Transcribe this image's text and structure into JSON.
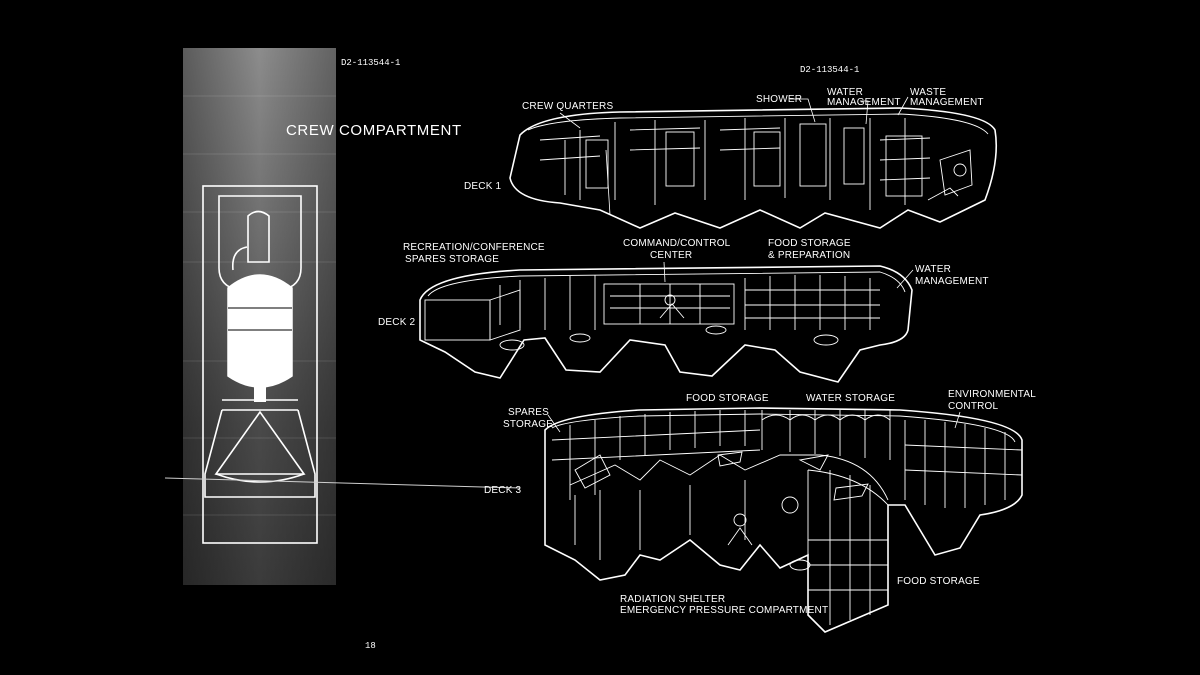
{
  "document": {
    "doc_id_left": "D2-113544-1",
    "doc_id_right": "D2-113544-1",
    "page_number": "18"
  },
  "left_panel": {
    "title": "CREW COMPARTMENT"
  },
  "decks": {
    "deck1": {
      "label": "DECK 1",
      "labels": {
        "crew_quarters": "CREW QUARTERS",
        "shower": "SHOWER",
        "water_management_1": "WATER",
        "water_management_2": "MANAGEMENT",
        "waste_management_1": "WASTE",
        "waste_management_2": "MANAGEMENT"
      }
    },
    "deck2": {
      "label": "DECK 2",
      "labels": {
        "recreation_1": "RECREATION/CONFERENCE",
        "recreation_2": "SPARES STORAGE",
        "command_1": "COMMAND/CONTROL",
        "command_2": "CENTER",
        "food_prep_1": "FOOD STORAGE",
        "food_prep_2": "& PREPARATION",
        "water_1": "WATER",
        "water_2": "MANAGEMENT"
      }
    },
    "deck3": {
      "label": "DECK 3",
      "labels": {
        "spares_1": "SPARES",
        "spares_2": "STORAGE",
        "food_storage_top": "FOOD STORAGE",
        "water_storage": "WATER STORAGE",
        "environmental_1": "ENVIRONMENTAL",
        "environmental_2": "CONTROL",
        "food_storage_bottom": "FOOD STORAGE",
        "radiation_1": "RADIATION SHELTER",
        "radiation_2": "EMERGENCY PRESSURE COMPARTMENT"
      }
    }
  },
  "colors": {
    "background": "#000000",
    "line": "#ffffff",
    "panel_light": "#8a8a8a",
    "panel_dark": "#3a3a3a"
  }
}
